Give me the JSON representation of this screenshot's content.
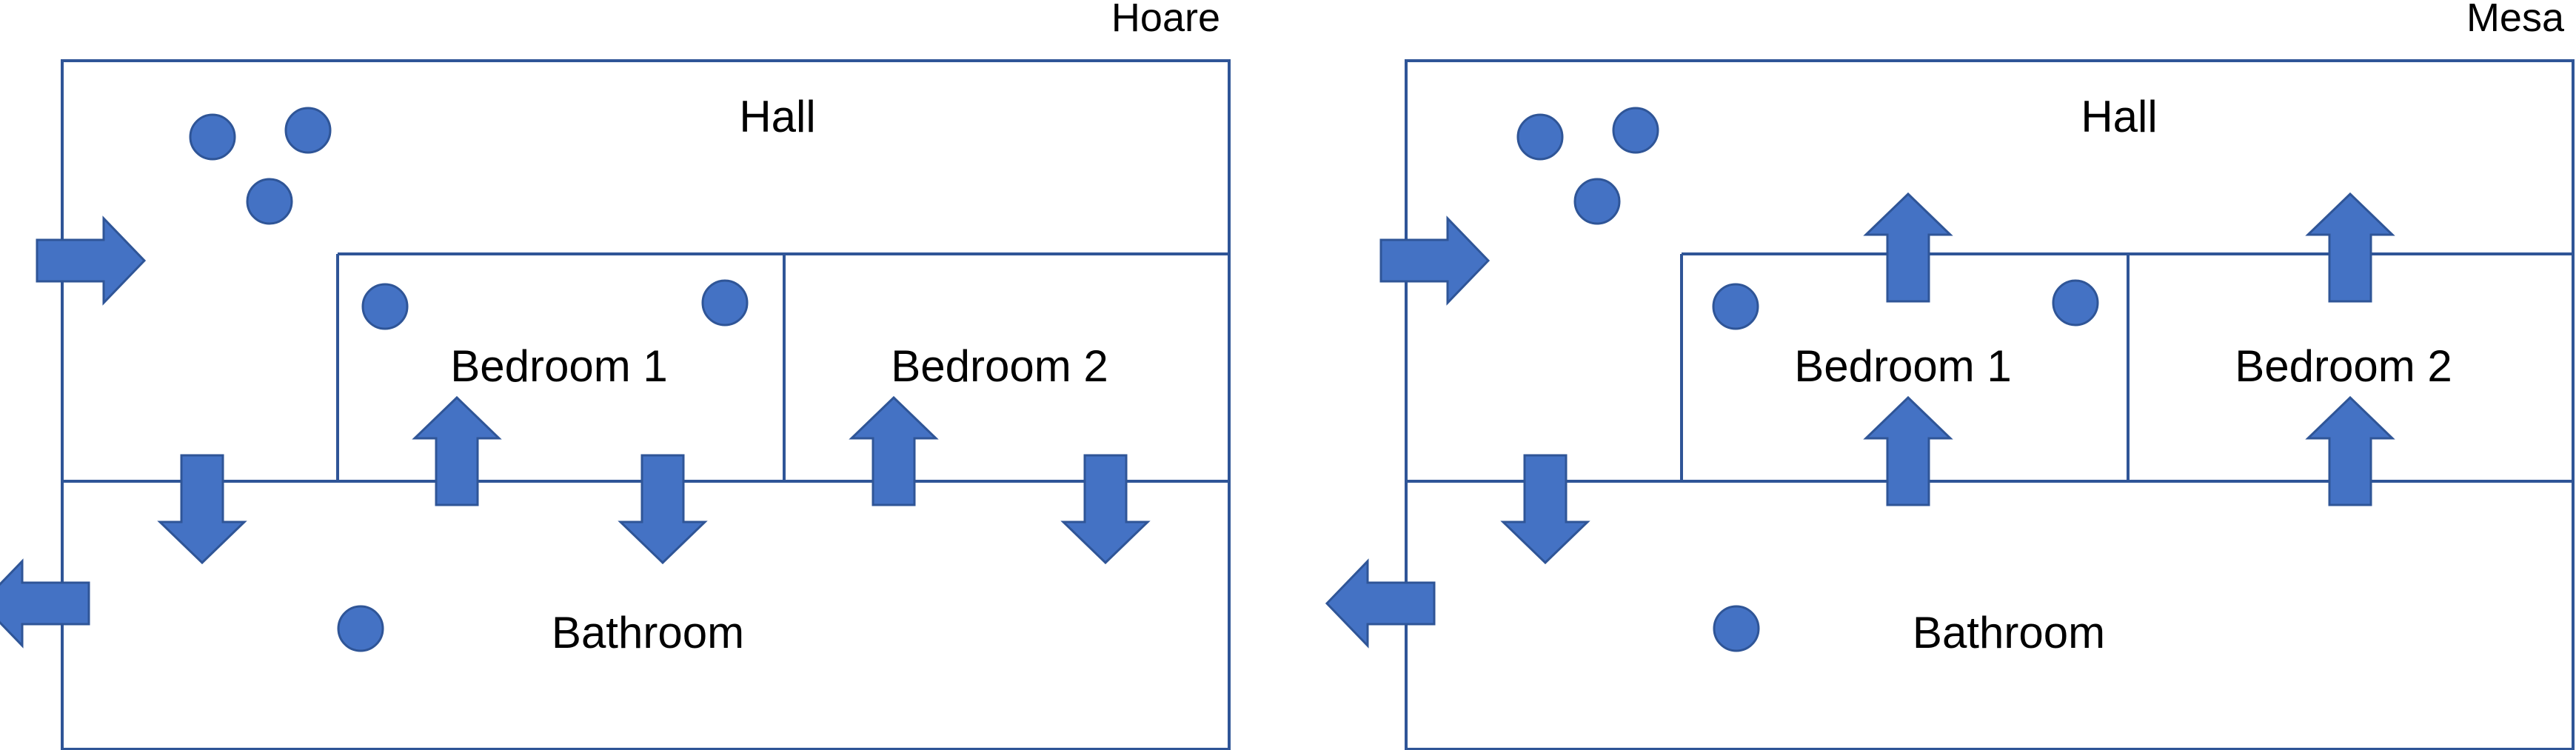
{
  "colors": {
    "wall": "#2F5597",
    "marker": "#4472C4",
    "marker_stroke": "#2F5597",
    "text": "#000000",
    "background": "#FFFFFF"
  },
  "panels": [
    {
      "title": "Hoare",
      "rooms": {
        "hall": "Hall",
        "bedroom1": "Bedroom 1",
        "bedroom2": "Bedroom 2",
        "bathroom": "Bathroom"
      },
      "dot_counts": {
        "hall": 3,
        "bedroom1": 2,
        "bedroom2": 0,
        "bathroom": 1
      },
      "arrow_icons": [
        "arrow-right-icon",
        "arrow-left-icon",
        "arrow-down-icon",
        "arrow-up-icon",
        "arrow-down-icon",
        "arrow-up-icon",
        "arrow-down-icon"
      ]
    },
    {
      "title": "Mesa",
      "rooms": {
        "hall": "Hall",
        "bedroom1": "Bedroom 1",
        "bedroom2": "Bedroom 2",
        "bathroom": "Bathroom"
      },
      "dot_counts": {
        "hall": 3,
        "bedroom1": 2,
        "bedroom2": 0,
        "bathroom": 1
      },
      "arrow_icons": [
        "arrow-right-icon",
        "arrow-left-icon",
        "arrow-down-icon",
        "arrow-up-icon",
        "arrow-up-icon",
        "arrow-up-icon",
        "arrow-up-icon"
      ]
    }
  ]
}
